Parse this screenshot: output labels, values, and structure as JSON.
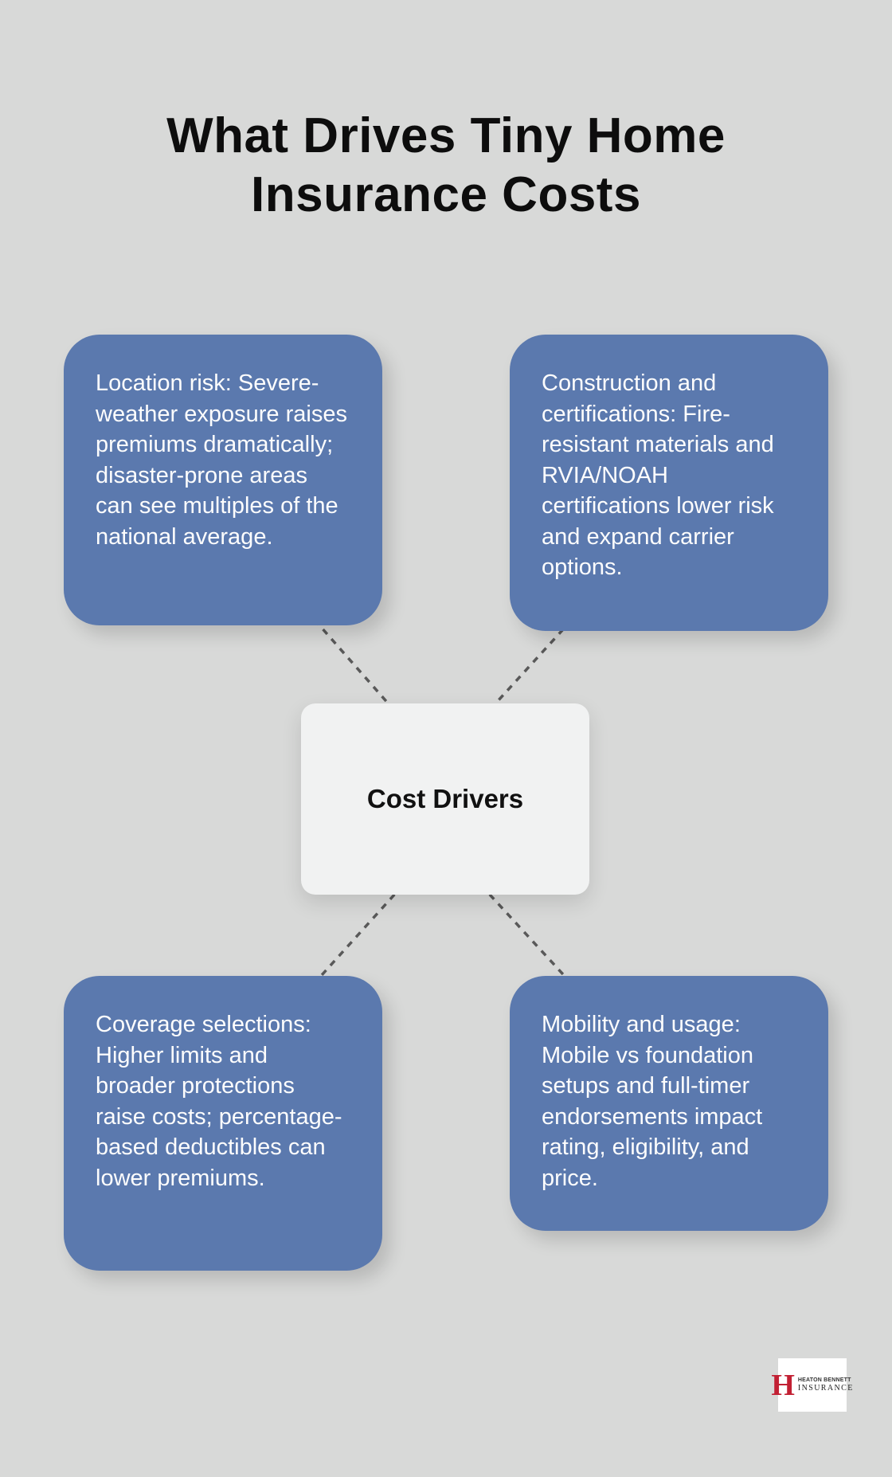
{
  "title": "What Drives Tiny Home Insurance Costs",
  "center": {
    "label": "Cost Drivers"
  },
  "nodes": [
    {
      "id": "location-risk",
      "text": "Location risk: Severe-weather exposure raises premiums dramatically; disaster-prone areas can see multiples of the national average."
    },
    {
      "id": "construction-certifications",
      "text": "Construction and certifications: Fire-resistant materials and RVIA/NOAH certifications lower risk and expand carrier options."
    },
    {
      "id": "coverage-selections",
      "text": "Coverage selections: Higher limits and broader protections raise costs; percentage-based deductibles can lower premiums."
    },
    {
      "id": "mobility-usage",
      "text": "Mobility and usage: Mobile vs foundation setups and full-timer endorsements impact rating, eligibility, and price."
    }
  ],
  "logo": {
    "initial": "H",
    "line1": "HEATON BENNETT",
    "line2": "INSURANCE"
  },
  "colors": {
    "background": "#d8d9d8",
    "node": "#5b79ae",
    "node_text": "#fdfdfd",
    "center_bg": "#f1f2f2",
    "title": "#0d0d0d",
    "connector": "#595959",
    "logo_red": "#c22033"
  }
}
